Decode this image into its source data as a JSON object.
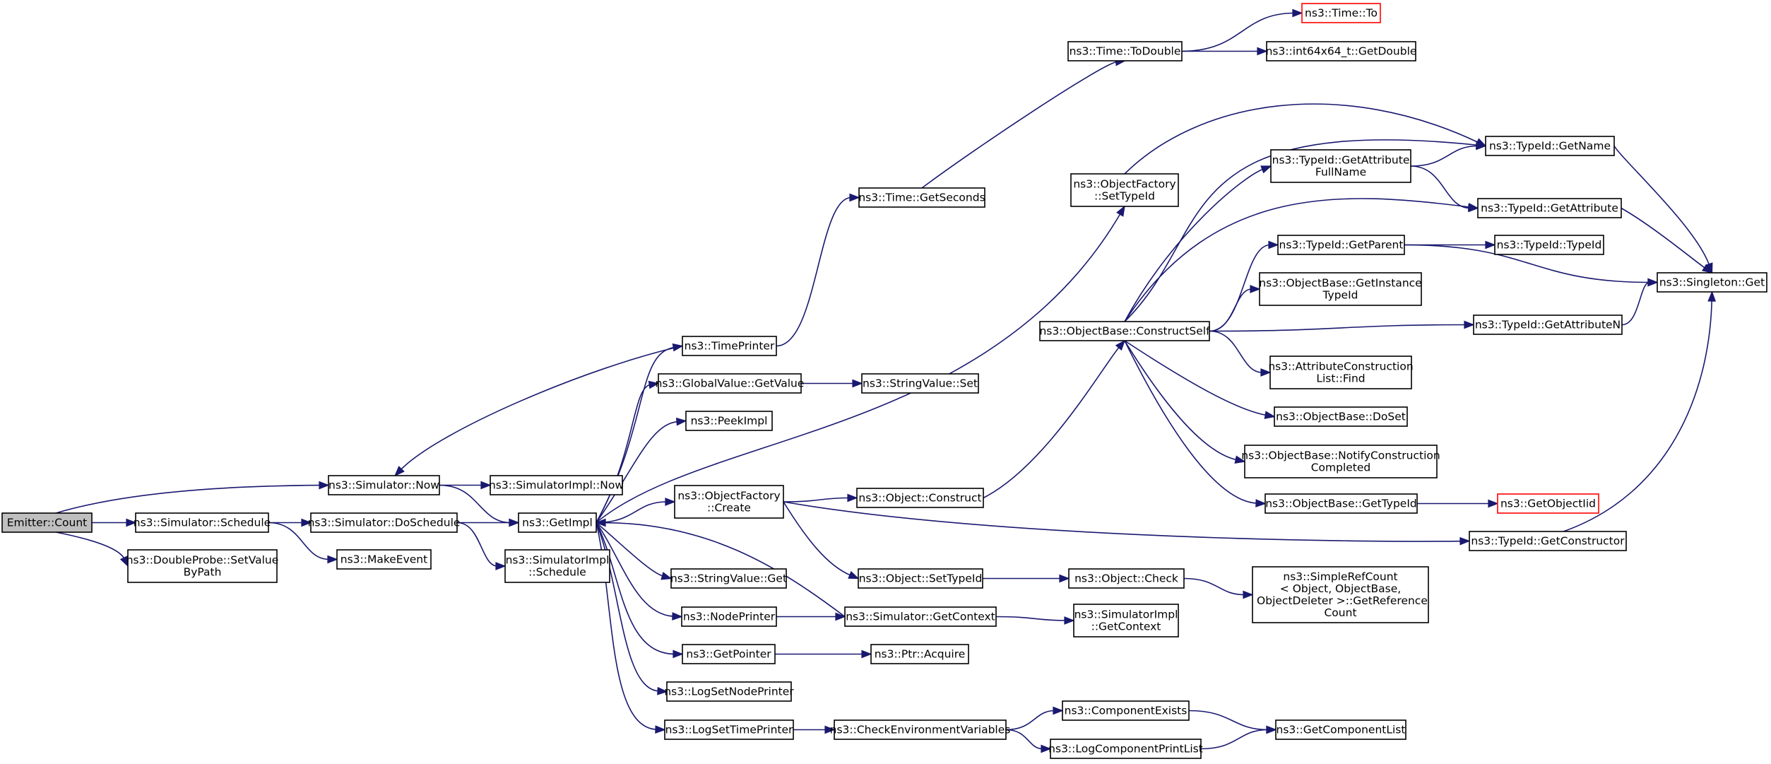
{
  "colors": {
    "edge": "#191970",
    "node_border": "#000000",
    "node_fill": "#ffffff",
    "current_fill": "#bfbfbf",
    "external_border": "#ff0000"
  },
  "nodes": [
    {
      "id": "emitter_count",
      "lines": [
        "Emitter::Count"
      ],
      "kind": "current"
    },
    {
      "id": "sim_now",
      "lines": [
        "ns3::Simulator::Now"
      ]
    },
    {
      "id": "sim_schedule",
      "lines": [
        "ns3::Simulator::Schedule"
      ]
    },
    {
      "id": "doubleprobe",
      "lines": [
        "ns3::DoubleProbe::SetValue",
        "ByPath"
      ]
    },
    {
      "id": "simimpl_now",
      "lines": [
        "ns3::SimulatorImpl::Now"
      ]
    },
    {
      "id": "getimpl",
      "lines": [
        "ns3::GetImpl"
      ]
    },
    {
      "id": "doschedule",
      "lines": [
        "ns3::Simulator::DoSchedule"
      ]
    },
    {
      "id": "makeevent",
      "lines": [
        "ns3::MakeEvent"
      ]
    },
    {
      "id": "simimpl_schedule",
      "lines": [
        "ns3::SimulatorImpl",
        "::Schedule"
      ]
    },
    {
      "id": "timeprinter",
      "lines": [
        "ns3::TimePrinter"
      ]
    },
    {
      "id": "globalvalue",
      "lines": [
        "ns3::GlobalValue::GetValue"
      ]
    },
    {
      "id": "peekimpl",
      "lines": [
        "ns3::PeekImpl"
      ]
    },
    {
      "id": "of_create",
      "lines": [
        "ns3::ObjectFactory",
        "::Create"
      ]
    },
    {
      "id": "stringvalue_get",
      "lines": [
        "ns3::StringValue::Get"
      ]
    },
    {
      "id": "nodeprinter",
      "lines": [
        "ns3::NodePrinter"
      ]
    },
    {
      "id": "getpointer",
      "lines": [
        "ns3::GetPointer"
      ]
    },
    {
      "id": "logsetnodeprinter",
      "lines": [
        "ns3::LogSetNodePrinter"
      ]
    },
    {
      "id": "logsettimeprinter",
      "lines": [
        "ns3::LogSetTimePrinter"
      ]
    },
    {
      "id": "time_getseconds",
      "lines": [
        "ns3::Time::GetSeconds"
      ]
    },
    {
      "id": "stringvalue_set",
      "lines": [
        "ns3::StringValue::Set"
      ]
    },
    {
      "id": "object_construct",
      "lines": [
        "ns3::Object::Construct"
      ]
    },
    {
      "id": "object_settypeid",
      "lines": [
        "ns3::Object::SetTypeId"
      ]
    },
    {
      "id": "sim_getcontext",
      "lines": [
        "ns3::Simulator::GetContext"
      ]
    },
    {
      "id": "ptr_acquire",
      "lines": [
        "ns3::Ptr::Acquire"
      ]
    },
    {
      "id": "checkenv",
      "lines": [
        "ns3::CheckEnvironmentVariables"
      ]
    },
    {
      "id": "time_todouble",
      "lines": [
        "ns3::Time::ToDouble"
      ]
    },
    {
      "id": "of_settypeid",
      "lines": [
        "ns3::ObjectFactory",
        "::SetTypeId"
      ]
    },
    {
      "id": "constructself",
      "lines": [
        "ns3::ObjectBase::ConstructSelf"
      ]
    },
    {
      "id": "object_check",
      "lines": [
        "ns3::Object::Check"
      ]
    },
    {
      "id": "simimpl_getcontext",
      "lines": [
        "ns3::SimulatorImpl",
        "::GetContext"
      ]
    },
    {
      "id": "componentexists",
      "lines": [
        "ns3::ComponentExists"
      ]
    },
    {
      "id": "logcomponentprintlist",
      "lines": [
        "ns3::LogComponentPrintList"
      ]
    },
    {
      "id": "time_to",
      "lines": [
        "ns3::Time::To"
      ],
      "kind": "external"
    },
    {
      "id": "int64x64",
      "lines": [
        "ns3::int64x64_t::GetDouble"
      ]
    },
    {
      "id": "getattributefullname",
      "lines": [
        "ns3::TypeId::GetAttribute",
        "FullName"
      ]
    },
    {
      "id": "typeid_getparent",
      "lines": [
        "ns3::TypeId::GetParent"
      ]
    },
    {
      "id": "getinstancetypeid",
      "lines": [
        "ns3::ObjectBase::GetInstance",
        "TypeId"
      ]
    },
    {
      "id": "attrconstructionlist",
      "lines": [
        "ns3::AttributeConstruction",
        "List::Find"
      ]
    },
    {
      "id": "objectbase_doset",
      "lines": [
        "ns3::ObjectBase::DoSet"
      ]
    },
    {
      "id": "notifyconstruction",
      "lines": [
        "ns3::ObjectBase::NotifyConstruction",
        "Completed"
      ]
    },
    {
      "id": "objectbase_gettypeid",
      "lines": [
        "ns3::ObjectBase::GetTypeId"
      ]
    },
    {
      "id": "simplerefcount",
      "lines": [
        "ns3::SimpleRefCount",
        "< Object, ObjectBase,",
        " ObjectDeleter >::GetReference",
        "Count"
      ]
    },
    {
      "id": "getcomponentlist",
      "lines": [
        "ns3::GetComponentList"
      ]
    },
    {
      "id": "typeid_getname",
      "lines": [
        "ns3::TypeId::GetName"
      ]
    },
    {
      "id": "typeid_getattribute",
      "lines": [
        "ns3::TypeId::GetAttribute"
      ]
    },
    {
      "id": "typeid_typeid",
      "lines": [
        "ns3::TypeId::TypeId"
      ]
    },
    {
      "id": "typeid_getattributen",
      "lines": [
        "ns3::TypeId::GetAttributeN"
      ]
    },
    {
      "id": "getobjectiid",
      "lines": [
        "ns3::GetObjectIid"
      ],
      "kind": "external"
    },
    {
      "id": "typeid_getconstructor",
      "lines": [
        "ns3::TypeId::GetConstructor"
      ]
    },
    {
      "id": "singleton_get",
      "lines": [
        "ns3::Singleton::Get"
      ]
    }
  ],
  "edges": [
    [
      "emitter_count",
      "sim_now"
    ],
    [
      "emitter_count",
      "sim_schedule"
    ],
    [
      "emitter_count",
      "doubleprobe"
    ],
    [
      "sim_now",
      "simimpl_now"
    ],
    [
      "sim_now",
      "getimpl"
    ],
    [
      "sim_schedule",
      "doschedule"
    ],
    [
      "sim_schedule",
      "makeevent"
    ],
    [
      "doschedule",
      "getimpl"
    ],
    [
      "doschedule",
      "simimpl_schedule"
    ],
    [
      "timeprinter",
      "sim_now"
    ],
    [
      "timeprinter",
      "time_getseconds"
    ],
    [
      "getimpl",
      "timeprinter"
    ],
    [
      "getimpl",
      "globalvalue"
    ],
    [
      "getimpl",
      "peekimpl"
    ],
    [
      "getimpl",
      "of_create"
    ],
    [
      "getimpl",
      "stringvalue_get"
    ],
    [
      "getimpl",
      "nodeprinter"
    ],
    [
      "getimpl",
      "getpointer"
    ],
    [
      "getimpl",
      "logsetnodeprinter"
    ],
    [
      "getimpl",
      "logsettimeprinter"
    ],
    [
      "getimpl",
      "of_settypeid"
    ],
    [
      "globalvalue",
      "stringvalue_set"
    ],
    [
      "of_create",
      "object_construct"
    ],
    [
      "of_create",
      "object_settypeid"
    ],
    [
      "of_create",
      "typeid_getconstructor"
    ],
    [
      "nodeprinter",
      "sim_getcontext"
    ],
    [
      "sim_getcontext",
      "getimpl"
    ],
    [
      "sim_getcontext",
      "simimpl_getcontext"
    ],
    [
      "getpointer",
      "ptr_acquire"
    ],
    [
      "logsettimeprinter",
      "checkenv"
    ],
    [
      "checkenv",
      "componentexists"
    ],
    [
      "checkenv",
      "logcomponentprintlist"
    ],
    [
      "componentexists",
      "getcomponentlist"
    ],
    [
      "logcomponentprintlist",
      "getcomponentlist"
    ],
    [
      "time_getseconds",
      "time_todouble"
    ],
    [
      "time_todouble",
      "time_to"
    ],
    [
      "time_todouble",
      "int64x64"
    ],
    [
      "object_construct",
      "constructself"
    ],
    [
      "object_settypeid",
      "object_check"
    ],
    [
      "object_check",
      "simplerefcount"
    ],
    [
      "of_settypeid",
      "typeid_getname"
    ],
    [
      "constructself",
      "typeid_getname"
    ],
    [
      "constructself",
      "getattributefullname"
    ],
    [
      "constructself",
      "typeid_getattribute"
    ],
    [
      "constructself",
      "typeid_getparent"
    ],
    [
      "constructself",
      "getinstancetypeid"
    ],
    [
      "constructself",
      "typeid_getattributen"
    ],
    [
      "constructself",
      "attrconstructionlist"
    ],
    [
      "constructself",
      "objectbase_doset"
    ],
    [
      "constructself",
      "notifyconstruction"
    ],
    [
      "constructself",
      "objectbase_gettypeid"
    ],
    [
      "getattributefullname",
      "typeid_getname"
    ],
    [
      "getattributefullname",
      "typeid_getattribute"
    ],
    [
      "typeid_getparent",
      "typeid_typeid"
    ],
    [
      "typeid_getparent",
      "singleton_get"
    ],
    [
      "typeid_getname",
      "singleton_get"
    ],
    [
      "typeid_getattribute",
      "singleton_get"
    ],
    [
      "typeid_getattributen",
      "singleton_get"
    ],
    [
      "typeid_getconstructor",
      "singleton_get"
    ],
    [
      "objectbase_gettypeid",
      "getobjectiid"
    ]
  ]
}
